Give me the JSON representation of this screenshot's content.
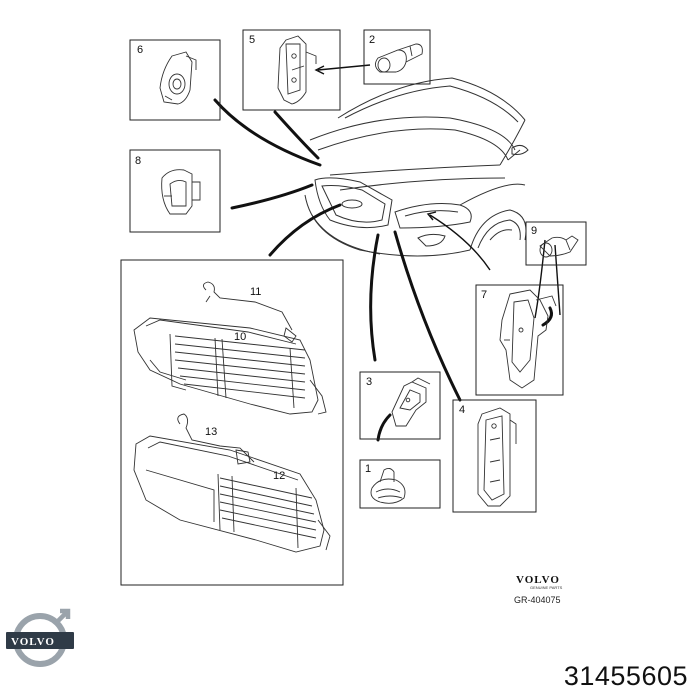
{
  "diagram": {
    "callouts": [
      "1",
      "2",
      "3",
      "4",
      "5",
      "6",
      "7",
      "8",
      "9",
      "10",
      "11",
      "12",
      "13"
    ],
    "brand_mark": "VOLVO",
    "brand_subtext": "GENUINE PARTS",
    "drawing_code": "GR-404075"
  },
  "logo": {
    "word": "VOLVO",
    "colors": {
      "ring": "#9aa3ab",
      "band": "#2f3b47"
    }
  },
  "part_number": "31455605"
}
